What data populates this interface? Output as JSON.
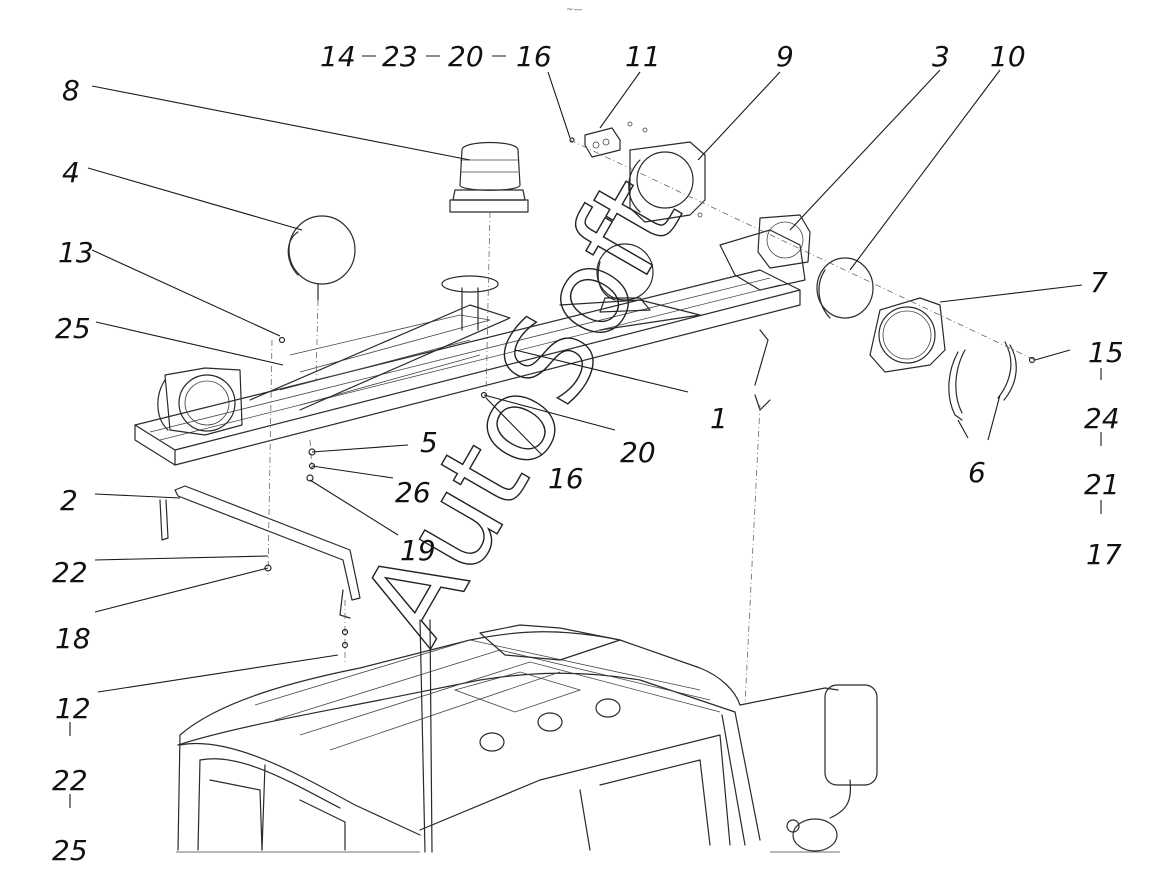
{
  "diagram": {
    "top_mark": "~—",
    "callouts": {
      "c1": "1",
      "c2": "2",
      "c3": "3",
      "c4": "4",
      "c5": "5",
      "c6": "6",
      "c7": "7",
      "c8": "8",
      "c9": "9",
      "c10": "10",
      "c11": "11",
      "c13": "13",
      "c25a": "25",
      "c20b": "20",
      "c16b": "16",
      "c26": "26",
      "c19": "19",
      "c22a": "22",
      "c18": "18"
    },
    "stack_top": [
      "14",
      "23",
      "20",
      "16"
    ],
    "stack_right": [
      "15",
      "24",
      "21",
      "17"
    ],
    "stack_left": [
      "12",
      "22",
      "25"
    ],
    "watermark": "AutoSoft"
  }
}
